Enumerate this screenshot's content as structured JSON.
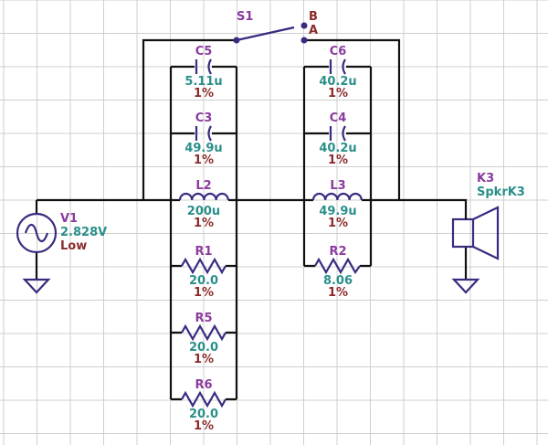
{
  "colors": {
    "grid": "#cfcfcf",
    "wire": "#111111",
    "symbol": "#3a2a80",
    "ref": "#8b3a9e",
    "value": "#2a8f8a",
    "tolerance": "#8b2a2a",
    "dot": "#3a2a80"
  },
  "switch": {
    "ref": "S1",
    "pos_b": "B",
    "pos_a": "A"
  },
  "source": {
    "ref": "V1",
    "value": "2.828V",
    "level": "Low"
  },
  "speaker": {
    "ref": "K3",
    "value": "SpkrK3"
  },
  "components": {
    "C5": {
      "ref": "C5",
      "value": "5.11u",
      "tol": "1%"
    },
    "C3": {
      "ref": "C3",
      "value": "49.9u",
      "tol": "1%"
    },
    "L2": {
      "ref": "L2",
      "value": "200u",
      "tol": "1%"
    },
    "R1": {
      "ref": "R1",
      "value": "20.0",
      "tol": "1%"
    },
    "R5": {
      "ref": "R5",
      "value": "20.0",
      "tol": "1%"
    },
    "R6": {
      "ref": "R6",
      "value": "20.0",
      "tol": "1%"
    },
    "C6": {
      "ref": "C6",
      "value": "40.2u",
      "tol": "1%"
    },
    "C4": {
      "ref": "C4",
      "value": "40.2u",
      "tol": "1%"
    },
    "L3": {
      "ref": "L3",
      "value": "49.9u",
      "tol": "1%"
    },
    "R2": {
      "ref": "R2",
      "value": "8.06",
      "tol": "1%"
    }
  }
}
